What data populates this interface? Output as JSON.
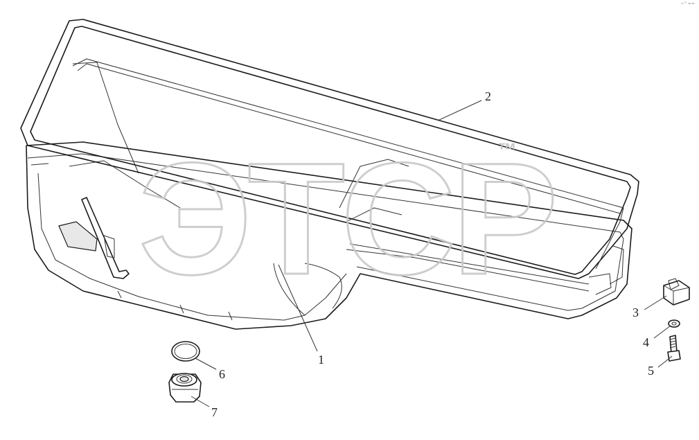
{
  "watermark": {
    "text": "ЭТСР",
    "trademark": "™"
  },
  "corner_mark": "⌐° ==",
  "callouts": [
    {
      "id": "1",
      "label": "1"
    },
    {
      "id": "2",
      "label": "2"
    },
    {
      "id": "3",
      "label": "3"
    },
    {
      "id": "4",
      "label": "4"
    },
    {
      "id": "5",
      "label": "5"
    },
    {
      "id": "6",
      "label": "6"
    },
    {
      "id": "7",
      "label": "7"
    }
  ],
  "parts": [
    {
      "callout": "1",
      "icon": "oil-pan-icon"
    },
    {
      "callout": "2",
      "icon": "gasket-frame-icon"
    },
    {
      "callout": "3",
      "icon": "bracket-icon"
    },
    {
      "callout": "4",
      "icon": "washer-icon"
    },
    {
      "callout": "5",
      "icon": "bolt-icon"
    },
    {
      "callout": "6",
      "icon": "o-ring-icon"
    },
    {
      "callout": "7",
      "icon": "drain-plug-icon"
    }
  ]
}
